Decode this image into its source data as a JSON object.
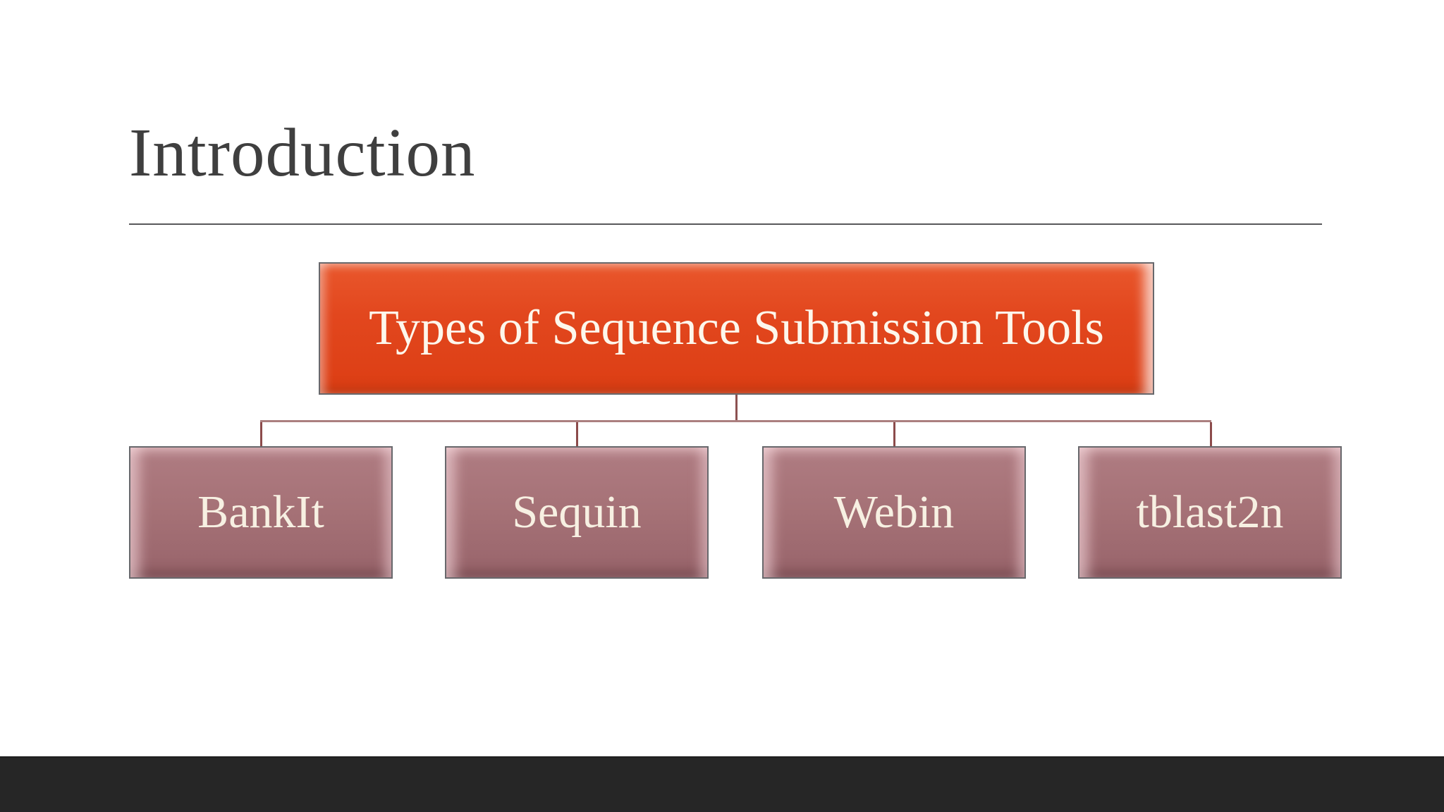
{
  "slide": {
    "title": "Introduction"
  },
  "diagram": {
    "type": "org-chart",
    "root": {
      "label": "Types of Sequence Submission Tools"
    },
    "children": [
      {
        "label": "BankIt"
      },
      {
        "label": "Sequin"
      },
      {
        "label": "Webin"
      },
      {
        "label": "tblast2n"
      }
    ]
  },
  "colors": {
    "background": "#FFFFFF",
    "title_text": "#3F3F3F",
    "divider": "#58585A",
    "root_fill": "#E2471E",
    "child_fill": "#A57176",
    "node_border": "#68686C",
    "node_text": "#F7F0E2",
    "connector_horizontal": "#AB7F7F",
    "connector_vertical": "#8C4B4B",
    "footer_bar": "#262626"
  }
}
